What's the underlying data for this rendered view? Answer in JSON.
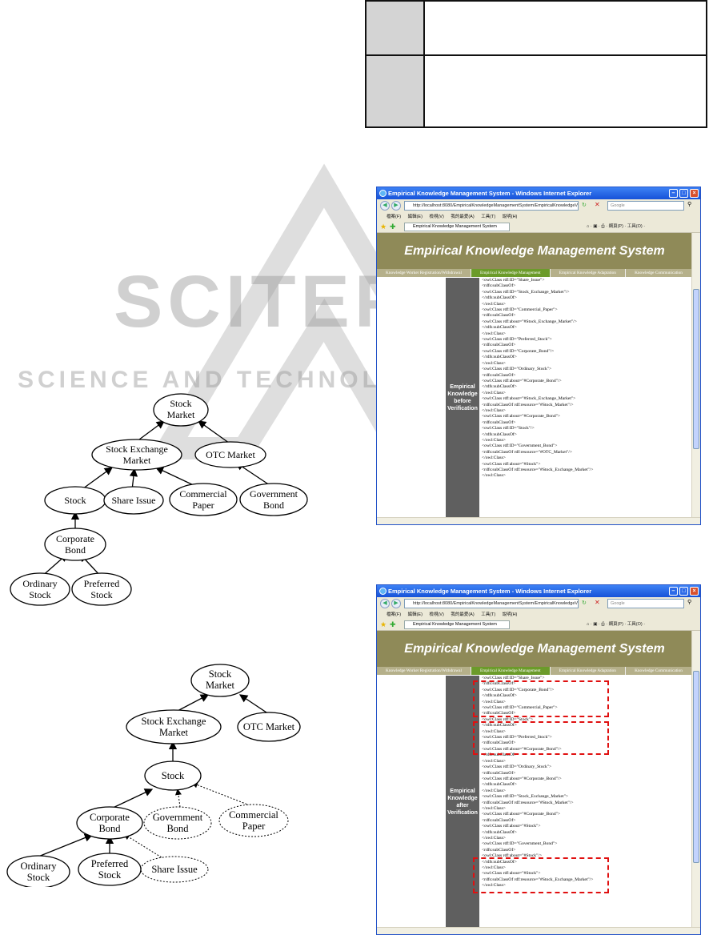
{
  "watermark": {
    "main": "SCITEPRESS",
    "sub": "SCIENCE AND TECHNOLOGY PUBLICATIONS"
  },
  "browser": {
    "title": "Empirical Knowledge Management System - Windows Internet Explorer",
    "url": "http://localhost:8080/EmpiricalKnowledgeManagementSystem/EmpiricalKnowledgeVerificat",
    "search_placeholder": "Google",
    "menus": [
      "檔案(F)",
      "編輯(E)",
      "檢視(V)",
      "我的最愛(A)",
      "工具(T)",
      "說明(H)"
    ],
    "tab_label": "Empirical Knowledge Management System",
    "tools_text": "⌂ · ▣ · ⎙ · 網頁(P) · 工具(O) ·",
    "banner": "Empirical Knowledge Management System",
    "nav_tabs": [
      "Knowledge Worker Registration/Withdrawal",
      "Empirical Knowledge Management",
      "Empirical Knowledge Adaptation",
      "Knowledge Communication"
    ]
  },
  "window_before": {
    "panel_label": "Empirical Knowledge before Verification",
    "code_lines": [
      "<owl:Class rdf:ID=\"Share_Issue\">",
      "<rdfs:subClassOf>",
      "<owl:Class rdf:ID=\"Stock_Exchange_Market\"/>",
      "</rdfs:subClassOf>",
      "</owl:Class>",
      "<owl:Class rdf:ID=\"Commercial_Paper\">",
      "<rdfs:subClassOf>",
      "<owl:Class rdf:about=\"#Stock_Exchange_Market\"/>",
      "</rdfs:subClassOf>",
      "</owl:Class>",
      "<owl:Class rdf:ID=\"Preferred_Stock\">",
      "<rdfs:subClassOf>",
      "<owl:Class rdf:ID=\"Corporate_Bond\"/>",
      "</rdfs:subClassOf>",
      "</owl:Class>",
      "<owl:Class rdf:ID=\"Ordinary_Stock\">",
      "<rdfs:subClassOf>",
      "<owl:Class rdf:about=\"#Corporate_Bond\"/>",
      "</rdfs:subClassOf>",
      "</owl:Class>",
      "<owl:Class rdf:about=\"#Stock_Exchange_Market\">",
      "<rdfs:subClassOf rdf:resource=\"#Stock_Market\"/>",
      "</owl:Class>",
      "<owl:Class rdf:about=\"#Corporate_Bond\">",
      "<rdfs:subClassOf>",
      "<owl:Class rdf:ID=\"Stock\"/>",
      "</rdfs:subClassOf>",
      "</owl:Class>",
      "<owl:Class rdf:ID=\"Government_Bond\">",
      "<rdfs:subClassOf rdf:resource=\"#OTC_Market\"/>",
      "</owl:Class>",
      "<owl:Class rdf:about=\"#Stock\">",
      "<rdfs:subClassOf rdf:resource=\"#Stock_Exchange_Market\"/>",
      "</owl:Class>"
    ]
  },
  "window_after": {
    "panel_label": "Empirical Knowledge after Verification",
    "code_lines": [
      "<owl:Class rdf:ID=\"Share_Issue\">",
      "<rdfs:subClassOf>",
      "<owl:Class rdf:ID=\"Corporate_Bond\"/>",
      "</rdfs:subClassOf>",
      "</owl:Class>",
      "<owl:Class rdf:ID=\"Commercial_Paper\">",
      "<rdfs:subClassOf>",
      "<owl:Class rdf:ID=\"Stock\">",
      "</rdfs:subClassOf>",
      "</owl:Class>",
      "<owl:Class rdf:ID=\"Preferred_Stock\">",
      "<rdfs:subClassOf>",
      "<owl:Class rdf:about=\"#Corporate_Bond\"/>",
      "</rdfs:subClassOf>",
      "</owl:Class>",
      "<owl:Class rdf:ID=\"Ordinary_Stock\">",
      "<rdfs:subClassOf>",
      "<owl:Class rdf:about=\"#Corporate_Bond\"/>",
      "</rdfs:subClassOf>",
      "</owl:Class>",
      "<owl:Class rdf:ID=\"Stock_Exchange_Market\">",
      "<rdfs:subClassOf rdf:resource=\"#Stock_Market\"/>",
      "</owl:Class>",
      "<owl:Class rdf:about=\"#Corporate_Bond\">",
      "<rdfs:subClassOf>",
      "<owl:Class rdf:about=\"#Stock\">",
      "</rdfs:subClassOf>",
      "</owl:Class>",
      "<owl:Class rdf:ID=\"Government_Bond\">",
      "<rdfs:subClassOf>",
      "<owl:Class rdf:about=\"#Stock\"/>",
      "</rdfs:subClassOf>",
      "</owl:Class>",
      "<owl:Class rdf:about=\"#Stock\">",
      "<rdfs:subClassOf rdf:resource=\"#Stock_Exchange_Market\"/>",
      "</owl:Class>"
    ]
  },
  "tree_before": {
    "stock_market": [
      "Stock",
      "Market"
    ],
    "stock_exchange": [
      "Stock Exchange",
      "Market"
    ],
    "otc": "OTC Market",
    "stock": "Stock",
    "share_issue": "Share Issue",
    "commercial_paper": [
      "Commercial",
      "Paper"
    ],
    "government_bond": [
      "Government",
      "Bond"
    ],
    "corporate_bond": [
      "Corporate",
      "Bond"
    ],
    "ordinary_stock": [
      "Ordinary",
      "Stock"
    ],
    "preferred_stock": [
      "Preferred",
      "Stock"
    ]
  },
  "tree_after": {
    "stock_market": [
      "Stock",
      "Market"
    ],
    "stock_exchange": [
      "Stock Exchange",
      "Market"
    ],
    "otc": "OTC Market",
    "stock": "Stock",
    "corporate_bond": [
      "Corporate",
      "Bond"
    ],
    "government_bond": [
      "Government",
      "Bond"
    ],
    "commercial_paper": [
      "Commercial",
      "Paper"
    ],
    "ordinary_stock": [
      "Ordinary",
      "Stock"
    ],
    "preferred_stock": [
      "Preferred",
      "Stock"
    ],
    "share_issue": "Share Issue"
  }
}
